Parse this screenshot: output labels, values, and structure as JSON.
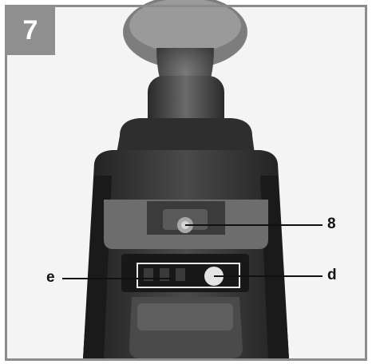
{
  "figure": {
    "number": "7",
    "subject_icon": "drill-top-view"
  },
  "callouts": [
    {
      "id": "8",
      "label": "8"
    },
    {
      "id": "e",
      "label": "e"
    },
    {
      "id": "d",
      "label": "d"
    }
  ],
  "colors": {
    "frame": "#8c8c8c",
    "badge": "#8f8f8f",
    "body_dark": "#2c2c2c",
    "body_light": "#6e6e6e"
  }
}
